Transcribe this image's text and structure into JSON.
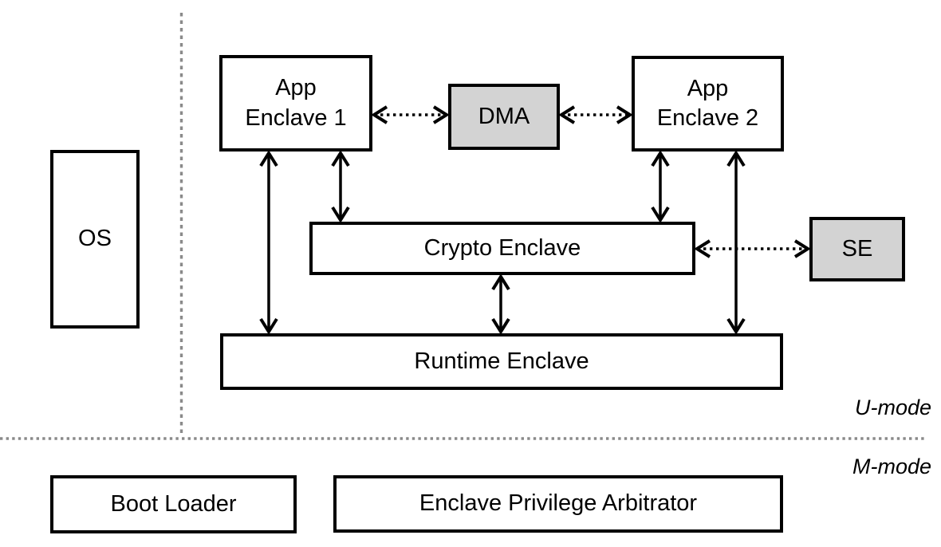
{
  "diagram": {
    "boxes": {
      "os": {
        "label": "OS"
      },
      "app_enclave_1": {
        "lines": [
          "App",
          "Enclave 1"
        ]
      },
      "dma": {
        "label": "DMA"
      },
      "app_enclave_2": {
        "lines": [
          "App",
          "Enclave 2"
        ]
      },
      "crypto_enclave": {
        "label": "Crypto Enclave"
      },
      "se": {
        "label": "SE"
      },
      "runtime_enclave": {
        "label": "Runtime Enclave"
      },
      "boot_loader": {
        "label": "Boot Loader"
      },
      "enclave_privilege_arbitrator": {
        "label": "Enclave Privilege Arbitrator"
      }
    },
    "labels": {
      "u_mode": "U-mode",
      "m_mode": "M-mode"
    },
    "colors": {
      "box_border": "#000000",
      "box_fill": "#ffffff",
      "device_fill": "#d3d3d3",
      "separator": "#8a8a8a",
      "text": "#000000"
    }
  }
}
